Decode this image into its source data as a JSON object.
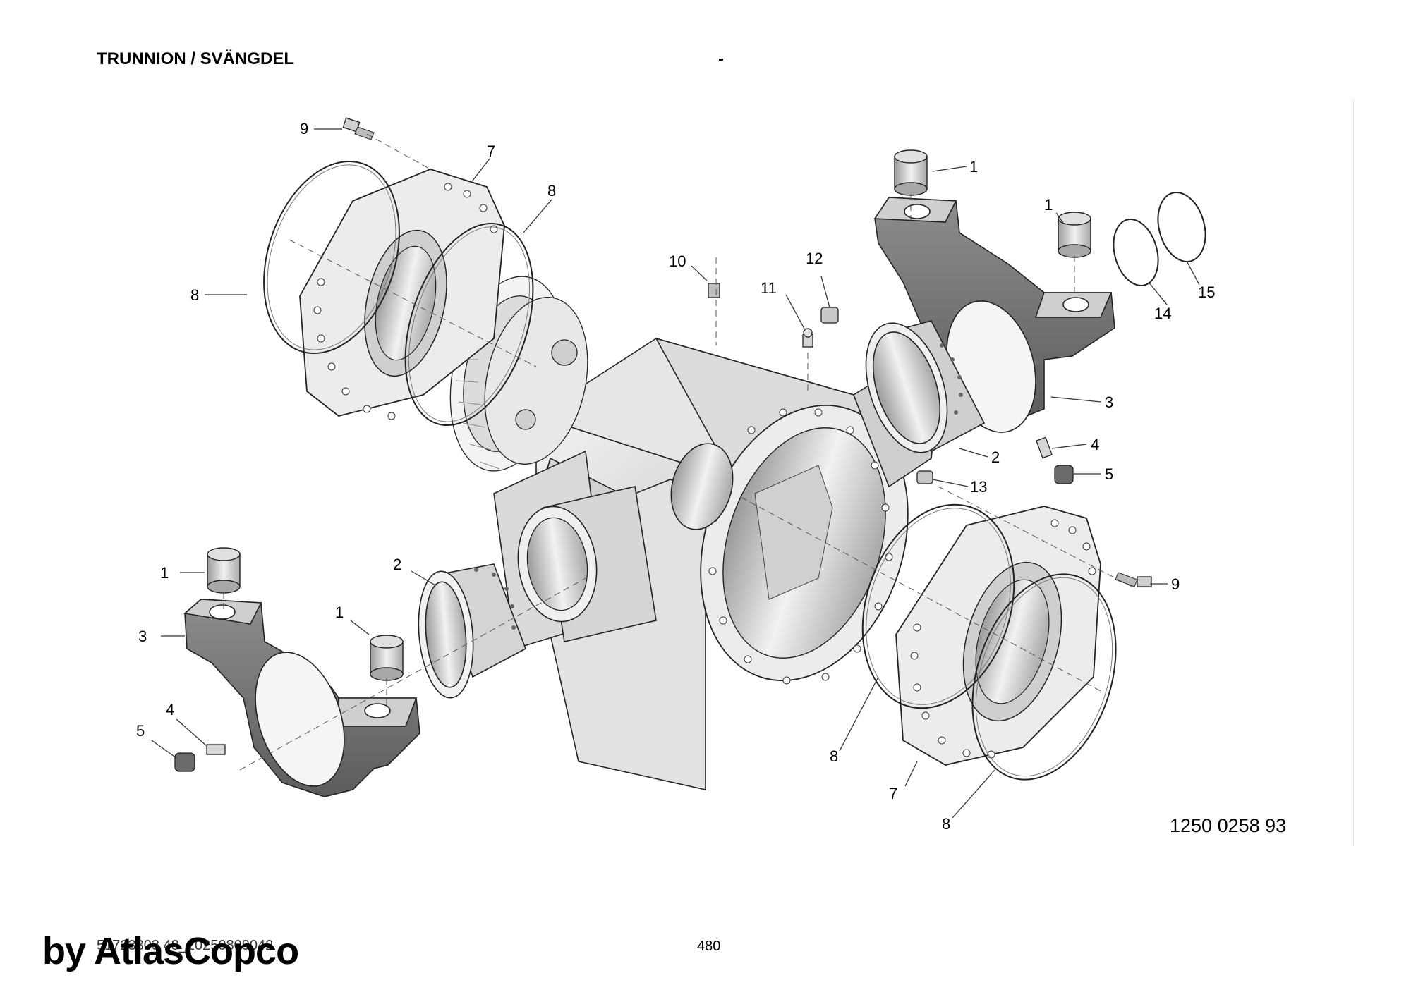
{
  "header": {
    "title": "TRUNNION / SVÄNGDEL",
    "dash": "-"
  },
  "drawing_number": "1250 0258 93",
  "footer": {
    "doc_id": "51723303 48_20250809042",
    "page": "480",
    "brand": "by AtlasCopco"
  },
  "callouts": {
    "c1": "9",
    "c2": "7",
    "c3": "8",
    "c4": "8",
    "c5": "1",
    "c6": "1",
    "c7": "15",
    "c8": "14",
    "c9": "10",
    "c10": "12",
    "c11": "11",
    "c12": "3",
    "c13": "4",
    "c14": "2",
    "c15": "5",
    "c16": "13",
    "c17": "1",
    "c18": "2",
    "c19": "9",
    "c20": "3",
    "c21": "1",
    "c22": "4",
    "c23": "5",
    "c24": "8",
    "c25": "7",
    "c26": "8"
  }
}
